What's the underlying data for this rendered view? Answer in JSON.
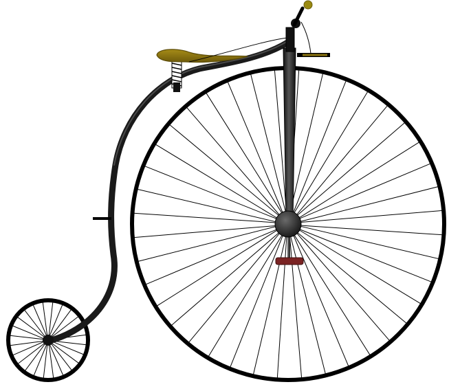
{
  "illustration": {
    "subject": "penny-farthing-bicycle",
    "colors": {
      "background": "#ffffff",
      "frame": "#1a1a1a",
      "tire": "#000000",
      "spokes": "#000000",
      "hub": "#2b2b2b",
      "saddle": "#8a7310",
      "saddle_edge": "#5c4c08",
      "handle_knob": "#9a8a12",
      "pedal": "#7a2323"
    },
    "large_wheel": {
      "spoke_count": 40
    },
    "small_wheel": {
      "spoke_count": 24
    }
  }
}
